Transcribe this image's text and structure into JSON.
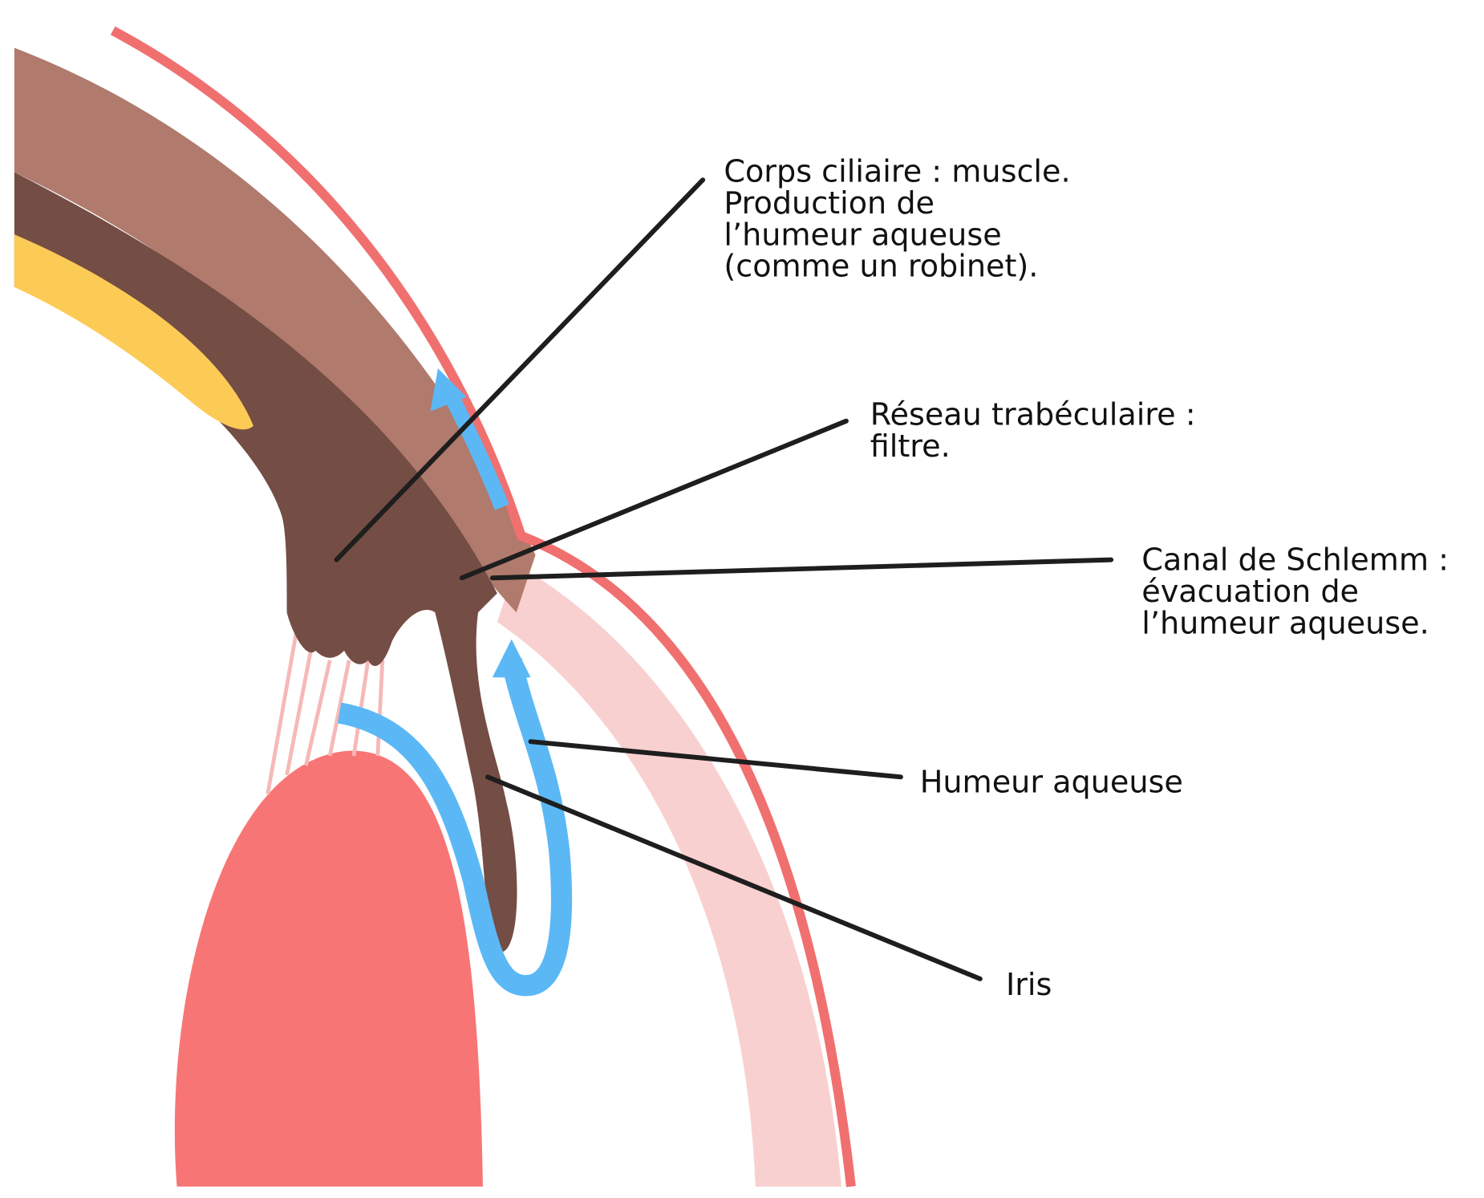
{
  "colors": {
    "sclera_red": "#f07070",
    "ciliary_light": "#b07a6c",
    "ciliary_dark": "#744d44",
    "lens_yellow": "#fccb55",
    "aqueous_blue": "#5bb8f5",
    "lens_red": "#f87575",
    "cornea_pink": "#f9d0d0",
    "leader": "#1e1e1e"
  },
  "labels": {
    "ciliary": [
      "Corps ciliaire : muscle.",
      "Production de",
      "l’humeur aqueuse",
      "(comme un robinet)."
    ],
    "trabecular": [
      "Réseau trabéculaire :",
      "filtre."
    ],
    "schlemm": [
      "Canal de Schlemm :",
      "évacuation de",
      "l’humeur aqueuse."
    ],
    "aqueous": [
      "Humeur aqueuse"
    ],
    "iris": [
      "Iris"
    ]
  }
}
